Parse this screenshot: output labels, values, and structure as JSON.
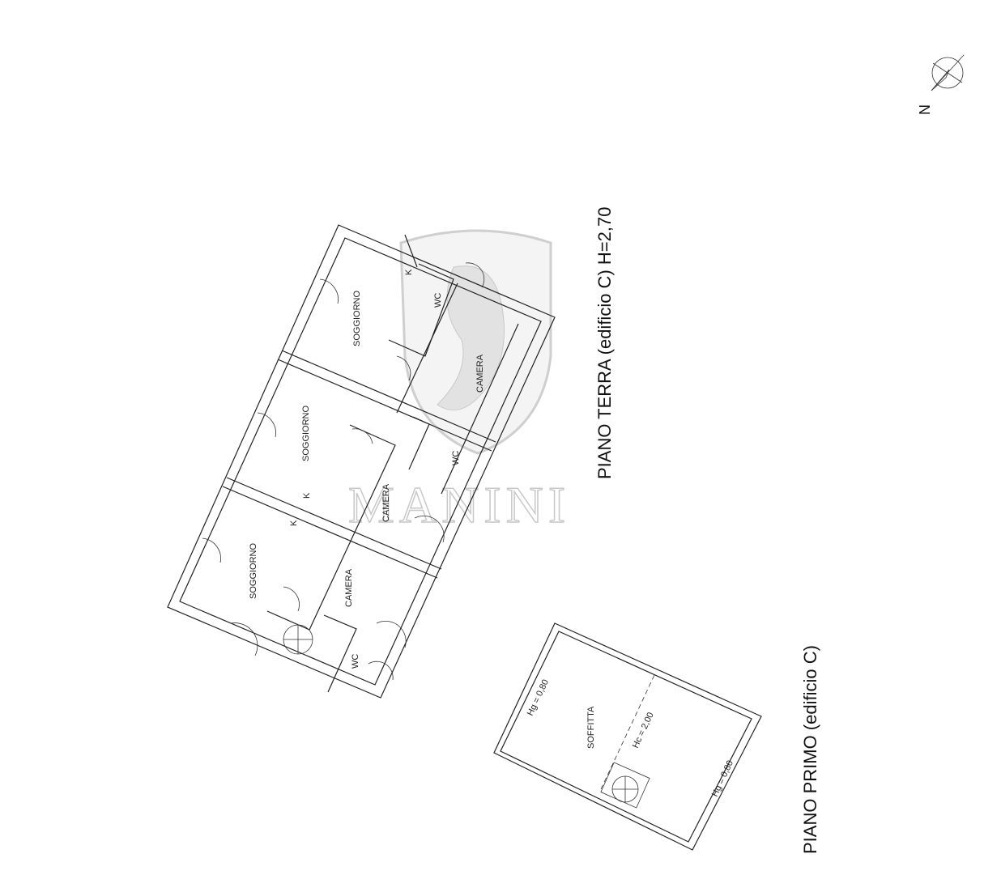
{
  "titles": {
    "ground_floor": "PIANO TERRA (edificio C) H=2,70",
    "first_floor": "PIANO PRIMO (edificio C)"
  },
  "compass": {
    "label": "N",
    "icon": "north-arrow-icon"
  },
  "watermark": {
    "text": "MANINI",
    "icon": "lion-shield-crest-icon"
  },
  "ground_floor_rooms": {
    "soggiorno_1": "SOGGIORNO",
    "soggiorno_2": "SOGGIORNO",
    "soggiorno_3": "SOGGIORNO",
    "camera_1": "CAMERA",
    "camera_2": "CAMERA",
    "camera_3": "CAMERA",
    "wc_1": "WC",
    "wc_2": "WC",
    "wc_3": "WC",
    "k_1": "K",
    "k_2": "K",
    "k_3": "K"
  },
  "first_floor": {
    "room": "SOFFITTA",
    "height_left": "Hg = 0,80",
    "height_center": "Hc = 2,00",
    "height_right": "Hg = 0,80"
  }
}
